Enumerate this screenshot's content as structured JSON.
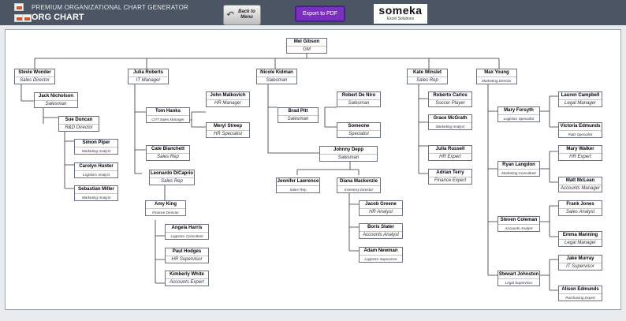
{
  "header": {
    "subtitle": "PREMIUM ORGANIZATIONAL CHART GENERATOR",
    "title": "ORG CHART",
    "back_label": "Back to Menu",
    "export_label": "Export to PDF",
    "logo_name": "someka",
    "logo_tagline": "Excel Solutions",
    "colors": {
      "header_bg": "#4b5563",
      "export_btn": "#7b2fbf"
    }
  },
  "people": [
    {
      "name": "Mel Gibson",
      "role": "GM"
    },
    {
      "name": "Stevie Wonder",
      "role": "Sales Director"
    },
    {
      "name": "Julia Roberts",
      "role": "IT Manager"
    },
    {
      "name": "Nicole Kidman",
      "role": "Salesman"
    },
    {
      "name": "Kate Winslet",
      "role": "Sales Rep"
    },
    {
      "name": "Max Young",
      "role": "Marketing Director"
    },
    {
      "name": "Jack Nicholson",
      "role": "Salesman"
    },
    {
      "name": "Sue Duncan",
      "role": "R&D Director"
    },
    {
      "name": "Simon Piper",
      "role": "Marketing Analyst"
    },
    {
      "name": "Carolyn Hunter",
      "role": "Logistics Analyst"
    },
    {
      "name": "Sebastian Miller",
      "role": "Marketing Analyst"
    },
    {
      "name": "Tom Hanks",
      "role": "CVT Sales Manager"
    },
    {
      "name": "John Malkovich",
      "role": "HR Manager"
    },
    {
      "name": "Meryl Streep",
      "role": "HR Specialist"
    },
    {
      "name": "Cate Blanchett",
      "role": "Sales Rep"
    },
    {
      "name": "Leonardo DiCaprio",
      "role": "Sales Rep"
    },
    {
      "name": "Amy King",
      "role": "Finance Director"
    },
    {
      "name": "Angela Harris",
      "role": "Logistics Consultant"
    },
    {
      "name": "Paul Hodges",
      "role": "HR Supervisor"
    },
    {
      "name": "Kimberly White",
      "role": "Accounts Expert"
    },
    {
      "name": "Brad Pitt",
      "role": "Salesman"
    },
    {
      "name": "Robert De Niro",
      "role": "Salesman"
    },
    {
      "name": "Someone",
      "role": "Specialist"
    },
    {
      "name": "Johnny Depp",
      "role": "Salesman"
    },
    {
      "name": "Jennifer Lawrence",
      "role": "Sales Rep"
    },
    {
      "name": "Diana Mackenzie",
      "role": "Inventory Director"
    },
    {
      "name": "Jacob Greene",
      "role": "HR Analyst"
    },
    {
      "name": "Boris Slater",
      "role": "Accounts Analyst"
    },
    {
      "name": "Adam Newman",
      "role": "Logistics Supervisor"
    },
    {
      "name": "Roberto Carlos",
      "role": "Soccer Player"
    },
    {
      "name": "Grace McGrath",
      "role": "Marketing Analyst"
    },
    {
      "name": "Julia Russell",
      "role": "HR Expert"
    },
    {
      "name": "Adrian Terry",
      "role": "Finance Expert"
    },
    {
      "name": "Mary Forsyth",
      "role": "Logistics Specialist"
    },
    {
      "name": "Lauren Campbell",
      "role": "Legal Manager"
    },
    {
      "name": "Victoria Edmunds",
      "role": "R&D Specialist"
    },
    {
      "name": "Ryan Langdon",
      "role": "Marketing Consultant"
    },
    {
      "name": "Mary Walker",
      "role": "HR Expert"
    },
    {
      "name": "Matt McLean",
      "role": "Accounts Manager"
    },
    {
      "name": "Steven Coleman",
      "role": "Accounts Analyst"
    },
    {
      "name": "Frank Jones",
      "role": "Sales Analyst"
    },
    {
      "name": "Emma Manning",
      "role": "Legal Manager"
    },
    {
      "name": "Stewart Johnston",
      "role": "Legal Supervisor"
    },
    {
      "name": "Jake Murray",
      "role": "IT Supervisor"
    },
    {
      "name": "Alison Edmunds",
      "role": "Purchasing Expert"
    }
  ]
}
